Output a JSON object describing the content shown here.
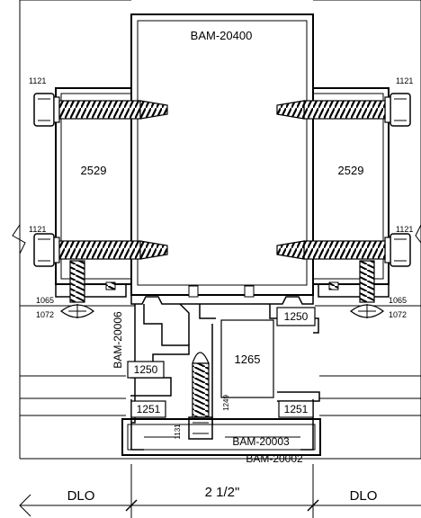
{
  "drawing": {
    "main_frame_part": "BAM-20400",
    "left_bracket_part": "2529",
    "right_bracket_part": "2529",
    "vertical_part": "BAM-20006",
    "lower_bracket_part": "BAM-20003",
    "bottom_cap_part": "BAM-20002",
    "bolt_ref_upper_left": "1121",
    "bolt_ref_upper_right": "1121",
    "bolt_ref_lower_left": "1121",
    "bolt_ref_lower_right": "1121",
    "screw_ref_left_a": "1065",
    "screw_ref_left_b": "1072",
    "screw_ref_right_a": "1065",
    "screw_ref_right_b": "1072",
    "gasket_ref_right": "1250",
    "gasket_ref_left": "1250",
    "block_ref": "1265",
    "gasket_ref_low_left": "1251",
    "gasket_ref_low_right": "1251",
    "screw_ref_center": "1249",
    "fastener_ref_bottom": "1131",
    "dim_left_label": "DLO",
    "dim_center_label": "2 1/2\"",
    "dim_right_label": "DLO"
  }
}
